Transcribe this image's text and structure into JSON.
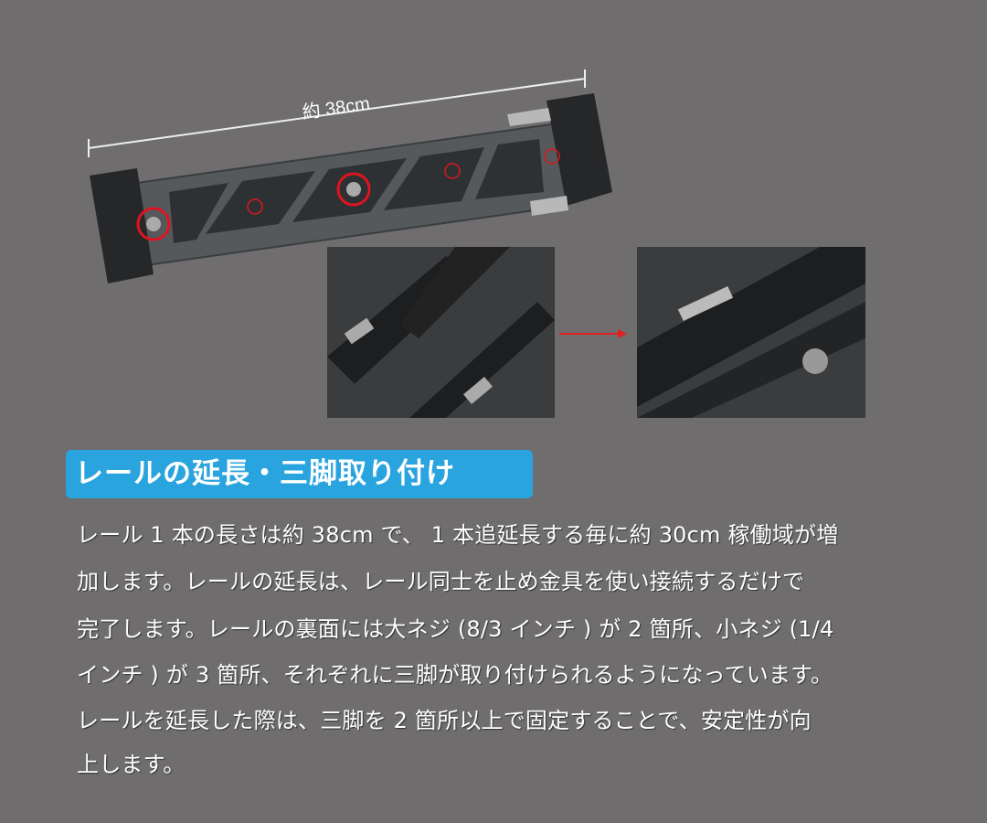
{
  "figure": {
    "dimension_label": "約 38cm",
    "arrow_color": "#e02020",
    "highlight_color": "#e0141e"
  },
  "section": {
    "title": "レールの延長・三脚取り付け",
    "title_bg": "#2aa4de",
    "lines": [
      "レール 1 本の長さは約 38cm で、 1 本追延長する毎に約 30cm 稼働域が増",
      "加します。レールの延長は、レール同士を止め金具を使い接続するだけで",
      "完了します。レールの裏面には大ネジ (8/3 インチ ) が 2 箇所、小ネジ (1/4",
      "インチ ) が 3 箇所、それぞれに三脚が取り付けられるようになっています。",
      "レールを延長した際は、三脚を 2 箇所以上で固定することで、安定性が向",
      "上します。"
    ]
  }
}
